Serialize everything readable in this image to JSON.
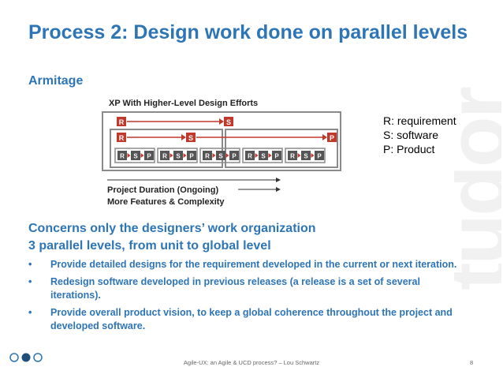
{
  "slide": {
    "title": "Process 2: Design work done on parallel levels",
    "subtitle": "Armitage",
    "diagram": {
      "heading": "XP With Higher-Level Design Efforts",
      "row1": [
        "R",
        "S"
      ],
      "row2": [
        "R",
        "S",
        "P"
      ],
      "iteration": [
        "R",
        "S",
        "P"
      ],
      "iteration_count": 5,
      "caption_line1": "Project Duration (Ongoing)",
      "caption_line2": "More Features & Complexity",
      "colors": {
        "red": "#c0392b",
        "box": "#8a8a8a",
        "cell": "#555555"
      }
    },
    "legend": [
      "R: requirement",
      "S: software",
      "P: Product"
    ],
    "concerns": [
      "Concerns only the designers’ work organization",
      "3 parallel levels, from unit to global level"
    ],
    "bullet_symbol": "•",
    "bullets": [
      "Provide detailed designs for the requirement developed in the current or next iteration.",
      "Redesign software developed in previous releases (a release is a set of several iterations).",
      "Provide overall product vision, to keep a global coherence throughout the project and developed software."
    ],
    "footer": "Agile-UX: an Agile & UCD process? – Lou Schwartz",
    "page_number": "8",
    "watermark": "tudor",
    "accent_color": "#2e75b6"
  }
}
